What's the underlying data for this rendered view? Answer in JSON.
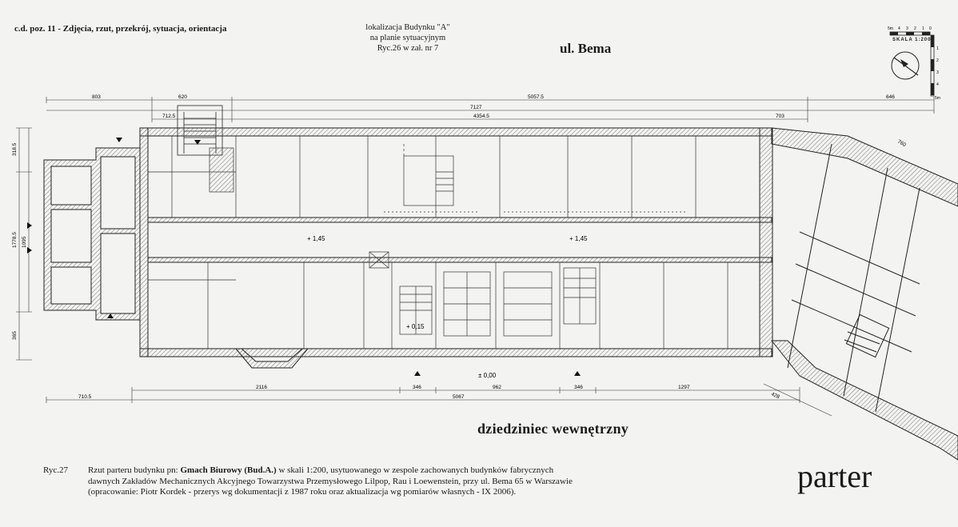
{
  "header": {
    "left_text": "c.d. poz. 11 - Zdjęcia, rzut, przekrój, sytuacja, orientacja",
    "center_lines": [
      "lokalizacja Budynku \"A\"",
      "na planie sytuacyjnym",
      "Ryc.26  w  zał. nr 7"
    ]
  },
  "labels": {
    "street": "ul. Bema",
    "courtyard": "dziedziniec wewnętrzny",
    "floor": "parter"
  },
  "scale": {
    "label": "SKALA 1:200",
    "ticks_top": [
      "5m",
      "4",
      "3",
      "2",
      "1",
      "0"
    ],
    "ticks_side": [
      "1",
      "2",
      "3",
      "4",
      "5m"
    ]
  },
  "dimensions": {
    "top_row1": [
      "803",
      "620",
      "5057.5",
      "646"
    ],
    "top_row2": [
      "7127"
    ],
    "top_row3": [
      "712.5",
      "4354.5",
      "703"
    ],
    "diagonal": "760",
    "left_vertical": [
      "318.5",
      "1778.5",
      "1095",
      "365"
    ],
    "bottom_row1": [
      "2116",
      "346",
      "962",
      "346",
      "1297"
    ],
    "bottom_row2": [
      "710.5",
      "5067"
    ],
    "bottom_diagonal": "428"
  },
  "levels": {
    "corridor_left": "+ 1,45",
    "corridor_right": "+ 1,45",
    "stair": "+ 0,15",
    "ground": "± 0,00"
  },
  "caption": {
    "fig": "Ryc.27",
    "line1_pre": "Rzut parteru budynku pn:",
    "line1_bold": "Gmach Biurowy (Bud.A.)",
    "line1_post": "w skali 1:200, usytuowanego w zespole zachowanych budynków fabrycznych",
    "line2": "dawnych Zakładów Mechanicznych Akcyjnego Towarzystwa Przemysłowego Lilpop, Rau i Loewenstein, przy ul. Bema 65 w Warszawie",
    "line3": "(opracowanie: Piotr Kordek - przerys wg dokumentacji z 1987 roku oraz aktualizacja wg pomiarów własnych - IX 2006)."
  }
}
